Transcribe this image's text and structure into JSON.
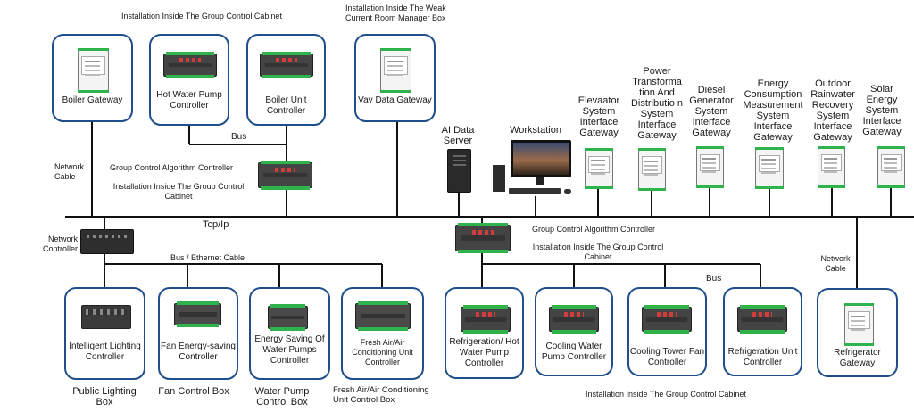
{
  "headers": {
    "top_cabinet": "Installation Inside The Group Control Cabinet",
    "weak_current": "Installation Inside The Weak Current Room Manager Box",
    "bottom_cabinet": "Installation Inside The Group Control Cabinet"
  },
  "top_boxes": {
    "boiler_gateway": "Boiler Gateway",
    "hot_water_pump": "Hot Water Pump Controller",
    "boiler_unit": "Boiler Unit Controller",
    "vav_gateway": "Vav Data Gateway"
  },
  "labels": {
    "bus_top": "Bus",
    "network_cable_left": "Network Cable",
    "gc_algo_left": "Group Control Algorithm Controller",
    "gc_install_left": "Installation Inside The Group Control Cabinet",
    "tcp_ip": "Tcp/Ip",
    "network_controller": "Network Controller",
    "bus_ethernet": "Bus / Ethernet Cable",
    "gc_algo_right": "Group Control Algorithm Controller",
    "gc_install_right": "Installation Inside The Group Control Cabinet",
    "bus_right": "Bus",
    "network_cable_right": "Network Cable"
  },
  "top_right": {
    "ai_server": "AI Data Server",
    "workstation": "Workstation",
    "elevator": "Elevaator System Interface Gateway",
    "power": "Power Transforma tion And Distributio n System Interface Gateway",
    "diesel": "Diesel Generator System Interface Gateway",
    "energy": "Energy Consumption Measurement System Interface Gateway",
    "rainwater": "Outdoor Rainwater Recovery System Interface Gateway",
    "solar": "Solar Energy System Interface Gateway"
  },
  "bottom_left_boxes": {
    "lighting": "Intelligent Lighting Controller",
    "fan": "Fan Energy-saving Controller",
    "water_pump": "Energy Saving Of Water Pumps Controller",
    "fresh_air": "Fresh Air/Air Conditioning Unit Controller"
  },
  "bottom_left_captions": {
    "lighting": "Public Lighting Box",
    "fan": "Fan Control Box",
    "water_pump": "Water Pump Control Box",
    "fresh_air": "Fresh Air/Air Conditioning Unit Control Box"
  },
  "bottom_right_boxes": {
    "refrig_hot": "Refrigeration/ Hot Water Pump Controller",
    "cooling_pump": "Cooling Water Pump Controller",
    "cooling_tower": "Cooling Tower Fan Controller",
    "refrig_unit": "Refrigeration Unit Controller",
    "refrig_gateway": "Refrigerator Gateway"
  },
  "colors": {
    "box_border": "#1f4e8c",
    "line": "#111111",
    "terminal_green": "#2fb34a"
  }
}
